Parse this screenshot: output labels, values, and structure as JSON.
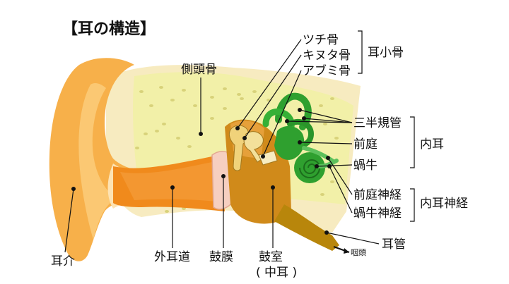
{
  "title": "【耳の構造】",
  "labels": {
    "tsuchi_kotsu": "ツチ骨",
    "kinuta_kotsu": "キヌタ骨",
    "abumi_kotsu": "アブミ骨",
    "jishokotsu": "耳小骨",
    "sokutoukotsu": "側頭骨",
    "sanhankikan": "三半規管",
    "zentei": "前庭",
    "kagyu": "蝸牛",
    "naiji": "内耳",
    "zentei_shinkei": "前庭神経",
    "kagyu_shinkei": "蝸牛神経",
    "naiji_shinkei": "内耳神経",
    "jikan": "耳管",
    "intou": "咽頭",
    "jikai": "耳介",
    "gaijidou": "外耳道",
    "komaku": "鼓膜",
    "koshitsu": "鼓室",
    "chuuji": "( 中耳 )"
  },
  "colors": {
    "auricle": "#f7b04a",
    "auricle_light": "#fde3b4",
    "bone": "#f2f0a8",
    "bone_dots": "#d8d27a",
    "canal": "#f08a1c",
    "cavity": "#d08a1a",
    "tube": "#b8860b",
    "inner_ear": "#2fa02f",
    "membrane": "#f6cfc0"
  }
}
